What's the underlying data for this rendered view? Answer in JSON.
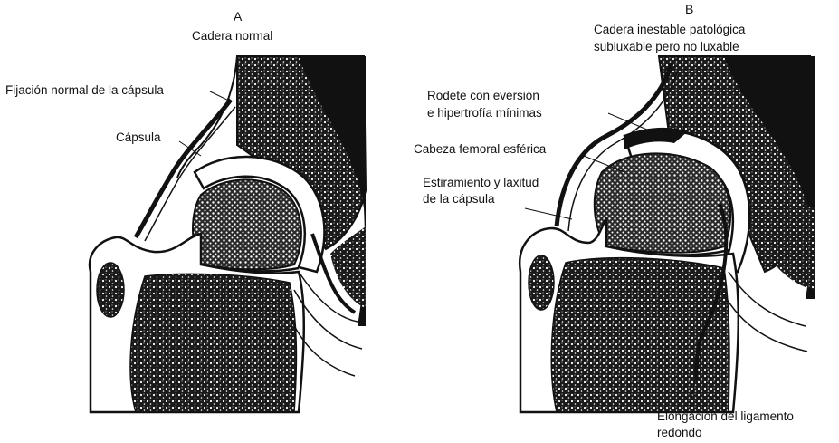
{
  "panel_a": {
    "letter": "A",
    "title": "Cadera normal",
    "labels": {
      "capsule_attachment": "Fijación normal de la cápsula",
      "capsule": "Cápsula"
    }
  },
  "panel_b": {
    "letter": "B",
    "title_line1": "Cadera inestable patológica",
    "title_line2": "subluxable pero no luxable",
    "labels": {
      "labrum_line1": "Rodete con eversión",
      "labrum_line2": "e hipertrofía mínimas",
      "femoral_head": "Cabeza femoral esférica",
      "capsule_line1": "Estiramiento y laxitud",
      "capsule_line2": "de la cápsula",
      "ligament_line1": "Elongación del ligamento",
      "ligament_line2": "redondo"
    }
  },
  "colors": {
    "ink": "#111111",
    "bone_texture": "#1a1a1a",
    "background": "#ffffff"
  }
}
